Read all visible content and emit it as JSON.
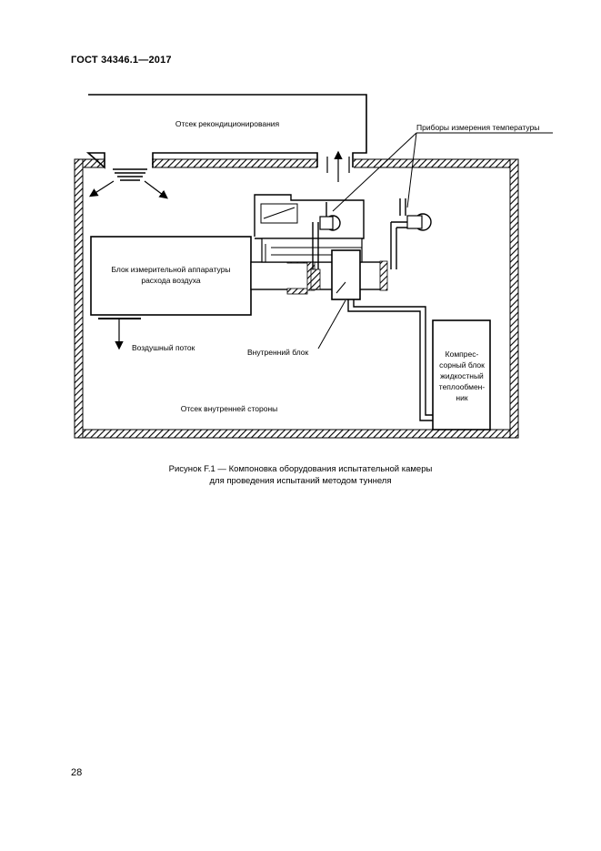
{
  "header": {
    "standard": "ГОСТ 34346.1—2017"
  },
  "figure": {
    "labels": {
      "reconditioning": "Отсек рекондиционирования",
      "temp_instruments": "Приборы измерения температуры",
      "airflow_unit_line1": "Блок измерительной аппаратуры",
      "airflow_unit_line2": "расхода воздуха",
      "airflow": "Воздушный поток",
      "indoor_unit": "Внутренний блок",
      "compressor_line1": "Компрес-",
      "compressor_line2": "сорный блок",
      "compressor_line3": "жидкостный",
      "compressor_line4": "теплообмен-",
      "compressor_line5": "ник",
      "indoor_side": "Отсек внутренней стороны"
    },
    "caption_line1": "Рисунок F.1 — Компоновка оборудования испытательной камеры",
    "caption_line2": "для проведения испытаний методом туннеля"
  },
  "page": {
    "number": "28"
  }
}
